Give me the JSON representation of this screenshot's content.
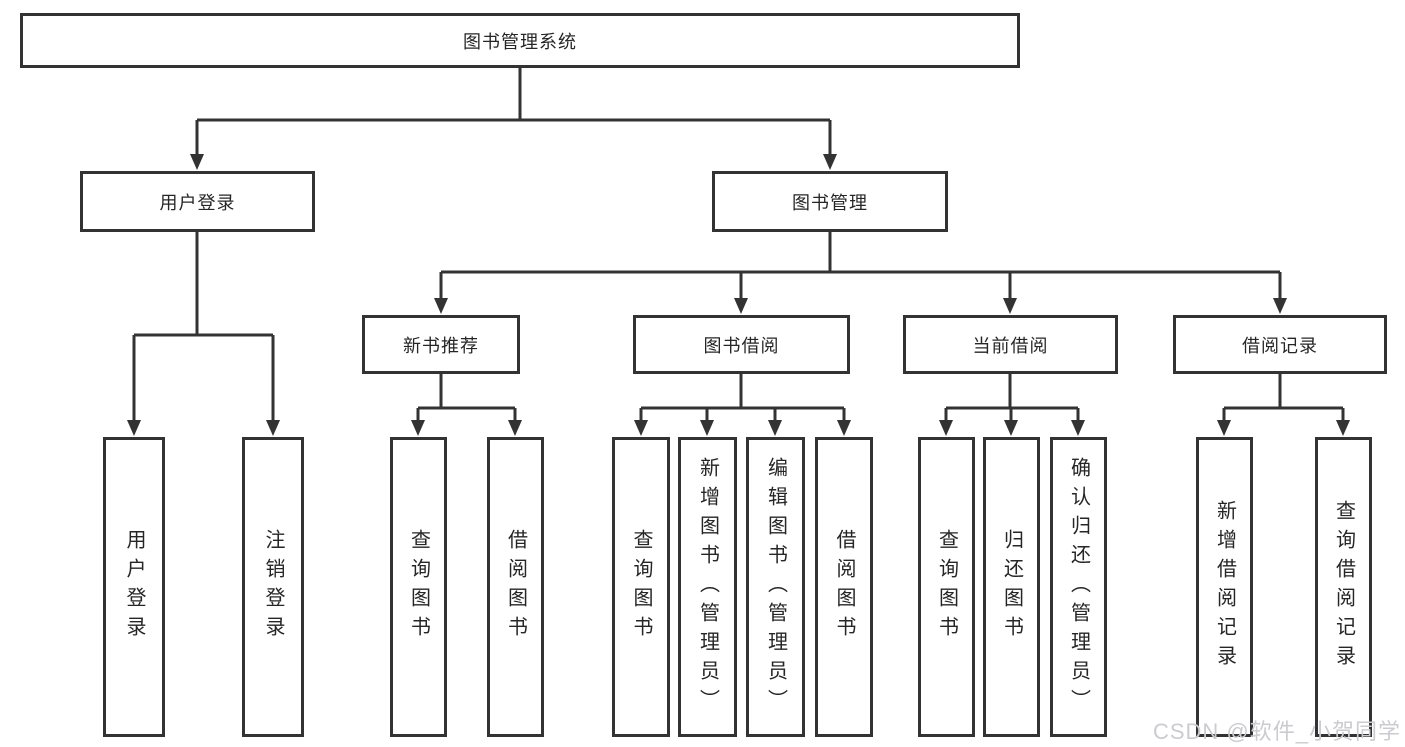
{
  "diagram": {
    "title": "图书管理系统",
    "branches": [
      {
        "label": "用户登录",
        "children": [
          "用户登录",
          "注销登录"
        ]
      },
      {
        "label": "图书管理",
        "modules": [
          {
            "label": "新书推荐",
            "children": [
              "查询图书",
              "借阅图书"
            ]
          },
          {
            "label": "图书借阅",
            "children": [
              "查询图书",
              "新增图书（管理员）",
              "编辑图书（管理员）",
              "借阅图书"
            ]
          },
          {
            "label": "当前借阅",
            "children": [
              "查询图书",
              "归还图书",
              "确认归还（管理员）"
            ]
          },
          {
            "label": "借阅记录",
            "children": [
              "新增借阅记录",
              "查询借阅记录"
            ]
          }
        ]
      }
    ]
  },
  "watermark": {
    "text": "CSDN @软件_小贺同学"
  },
  "colors": {
    "line": "#333333",
    "text": "#262626",
    "box_fill": "#ffffff",
    "background": "#ffffff",
    "watermark": "#cbcbd0"
  }
}
